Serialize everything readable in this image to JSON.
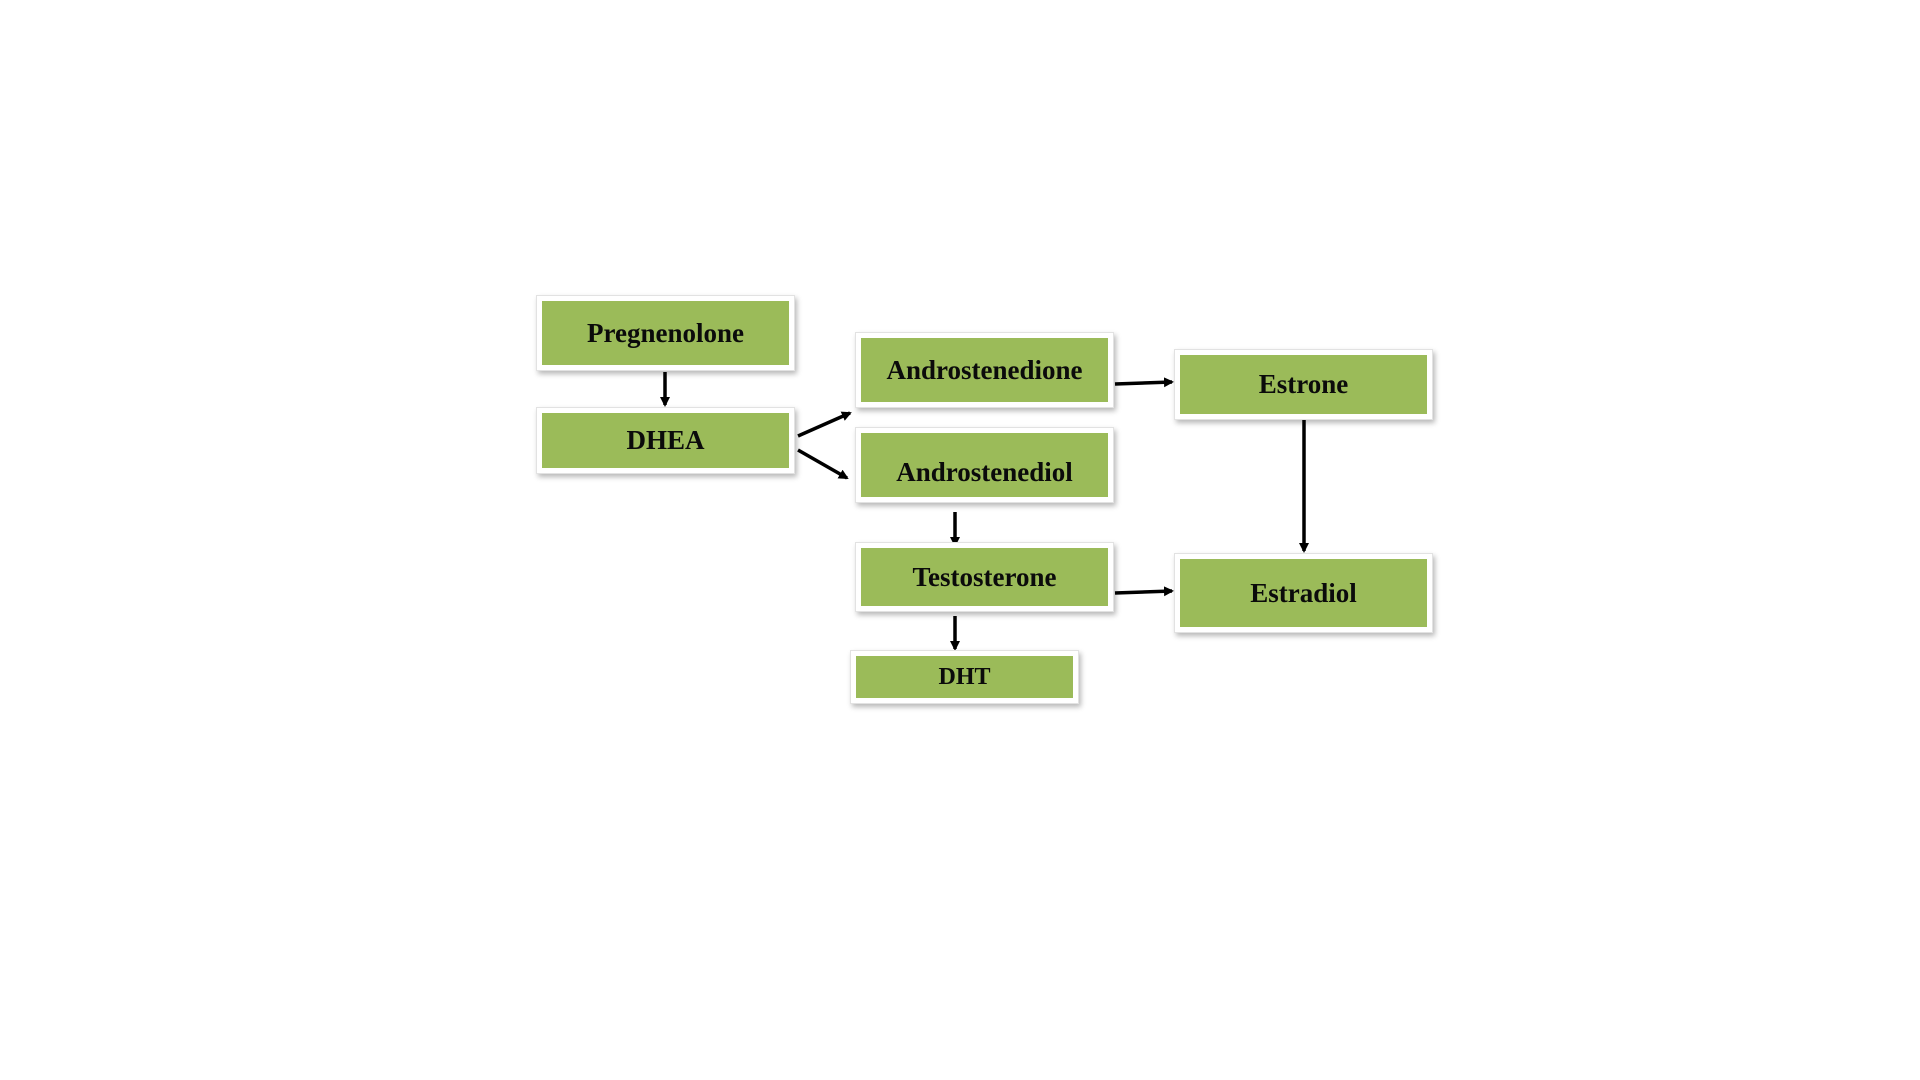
{
  "diagram": {
    "nodes": {
      "pregnenolone": "Pregnenolone",
      "dhea": "DHEA",
      "androstenedione": "Androstenedione",
      "androstenediol": "Androstenediol",
      "testosterone": "Testosterone",
      "dht": "DHT",
      "estrone": "Estrone",
      "estradiol": "Estradiol"
    },
    "edges": [
      [
        "pregnenolone",
        "dhea"
      ],
      [
        "dhea",
        "androstenedione"
      ],
      [
        "dhea",
        "androstenediol"
      ],
      [
        "androstenediol",
        "testosterone"
      ],
      [
        "testosterone",
        "dht"
      ],
      [
        "androstenedione",
        "estrone"
      ],
      [
        "testosterone",
        "estradiol"
      ],
      [
        "estrone",
        "estradiol"
      ]
    ],
    "colors": {
      "box_fill": "#9bbb59",
      "arrow": "#000000",
      "background": "#ffffff"
    }
  }
}
